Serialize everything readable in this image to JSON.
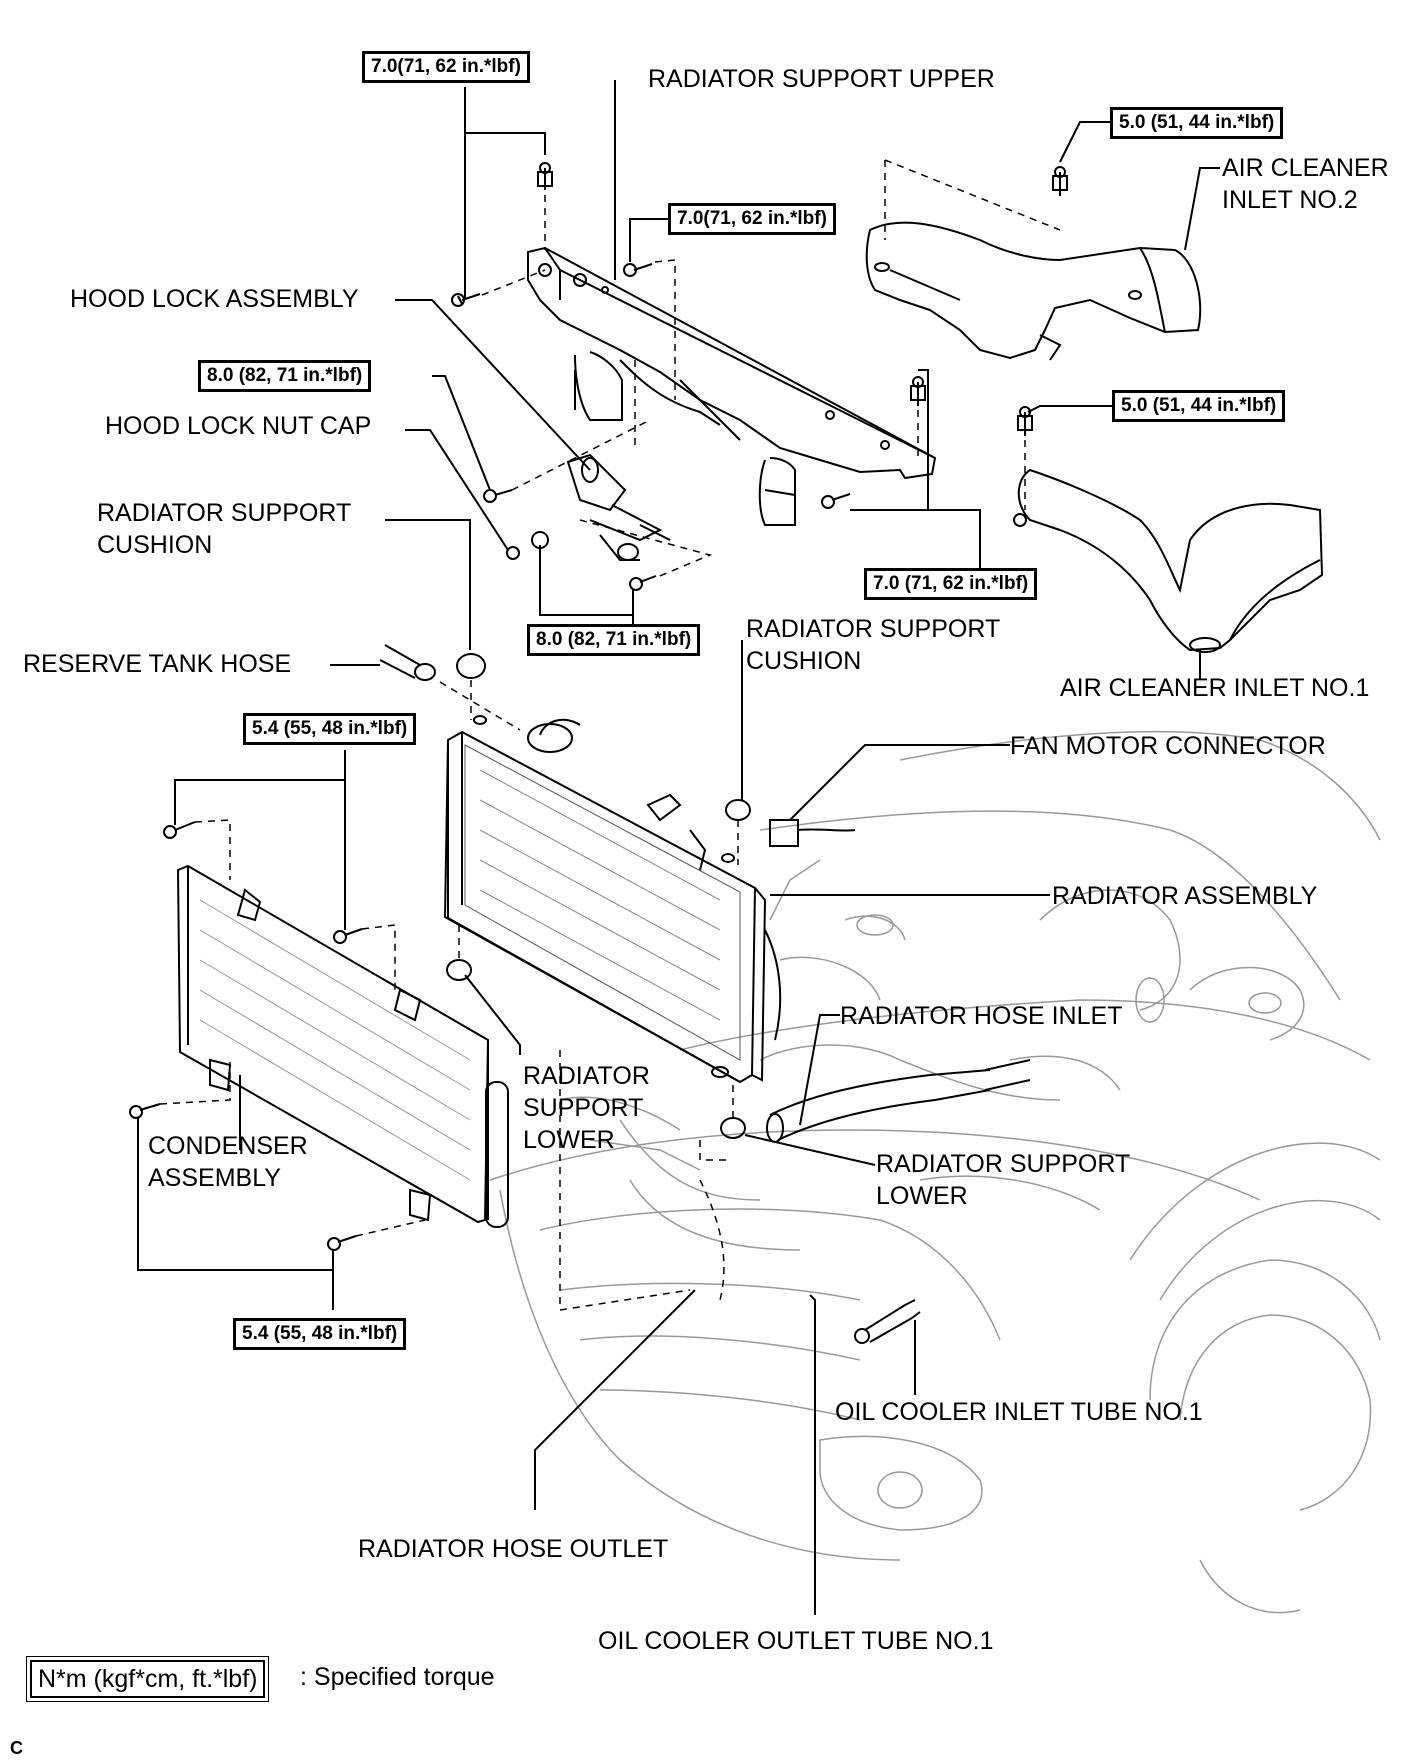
{
  "labels": {
    "radiator_support_upper": "RADIATOR SUPPORT UPPER",
    "air_cleaner_inlet_no2_line1": "AIR CLEANER",
    "air_cleaner_inlet_no2_line2": "INLET NO.2",
    "hood_lock_assembly": "HOOD LOCK ASSEMBLY",
    "hood_lock_nut_cap": "HOOD LOCK NUT CAP",
    "radiator_support_cushion_upper_line1": "RADIATOR SUPPORT",
    "radiator_support_cushion_upper_line2": "CUSHION",
    "radiator_support_cushion_right_line1": "RADIATOR SUPPORT",
    "radiator_support_cushion_right_line2": "CUSHION",
    "reserve_tank_hose": "RESERVE TANK HOSE",
    "air_cleaner_inlet_no1": "AIR CLEANER INLET NO.1",
    "fan_motor_connector": "FAN MOTOR CONNECTOR",
    "radiator_assembly": "RADIATOR ASSEMBLY",
    "radiator_hose_inlet": "RADIATOR HOSE INLET",
    "radiator_support_lower_left_line1": "RADIATOR",
    "radiator_support_lower_left_line2": "SUPPORT",
    "radiator_support_lower_left_line3": "LOWER",
    "radiator_support_lower_right_line1": "RADIATOR SUPPORT",
    "radiator_support_lower_right_line2": "LOWER",
    "condenser_assembly_line1": "CONDENSER",
    "condenser_assembly_line2": "ASSEMBLY",
    "oil_cooler_inlet_tube": "OIL COOLER INLET TUBE NO.1",
    "radiator_hose_outlet": "RADIATOR HOSE OUTLET",
    "oil_cooler_outlet_tube": "OIL COOLER OUTLET TUBE NO.1"
  },
  "torques": {
    "t1": "7.0(71, 62 in.*lbf)",
    "t2": "7.0(71, 62 in.*lbf)",
    "t3": "5.0 (51, 44 in.*lbf)",
    "t4": "8.0 (82, 71 in.*lbf)",
    "t5": "5.0 (51, 44 in.*lbf)",
    "t6": "7.0 (71, 62 in.*lbf)",
    "t7": "8.0 (82, 71 in.*lbf)",
    "t8": "5.4 (55, 48 in.*lbf)",
    "t9": "5.4 (55, 48 in.*lbf)"
  },
  "legend": {
    "unit_box": "N*m (kgf*cm, ft.*lbf)",
    "description": ": Specified torque"
  },
  "figure_code": "C"
}
